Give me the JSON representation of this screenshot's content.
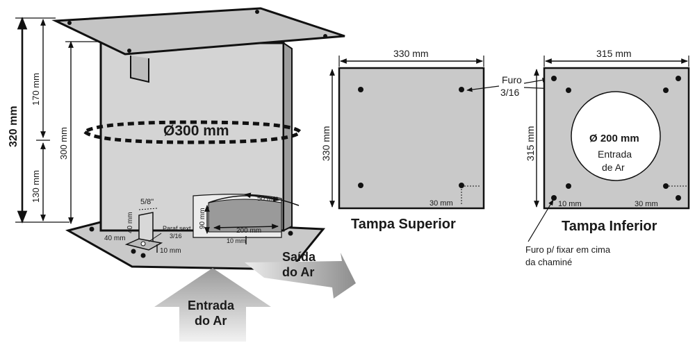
{
  "colors": {
    "plate": "#c9c9c9",
    "body": "#d2d2d2",
    "outline": "#111111",
    "arrow_light": "#e2e2e2",
    "arrow_dark": "#9a9a9a"
  },
  "left_dims": {
    "total": "320 mm",
    "upper": "170 mm",
    "lower": "130 mm",
    "body_height": "300 mm",
    "diameter": "Ø300 mm",
    "bolt_size": "5/8\"",
    "bracket_h": "40 mm",
    "bracket_w": "40 mm",
    "screw_line1": "Paraf sext.",
    "screw_line2": "3/16",
    "bracket_gap": "10 mm",
    "outlet_w": "50 mm",
    "outlet_h": "90 mm",
    "outlet_len": "200 mm",
    "outlet_gap": "10 mm"
  },
  "arrows": {
    "outlet_line1": "Saída",
    "outlet_line2": "do Ar",
    "inlet_line1": "Entrada",
    "inlet_line2": "do Ar"
  },
  "top_plate": {
    "width": "330 mm",
    "height": "330 mm",
    "hole_label_line1": "Furo",
    "hole_label_line2": "3/16",
    "offset": "30 mm",
    "caption": "Tampa Superior"
  },
  "bottom_plate": {
    "width": "315 mm",
    "height": "315 mm",
    "center_diam": "Ø 200 mm",
    "center_line1": "Entrada",
    "center_line2": "de Ar",
    "offset_left": "10 mm",
    "offset_right": "30 mm",
    "caption": "Tampa Inferior",
    "note_line1": "Furo p/ fixar em cima",
    "note_line2": "da chaminé"
  }
}
